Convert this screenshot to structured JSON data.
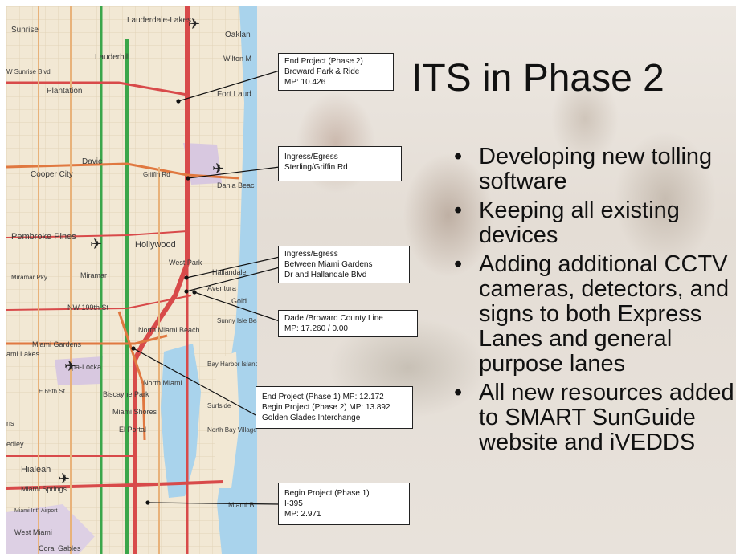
{
  "slide": {
    "title": "ITS in Phase 2",
    "bullets": [
      "Developing new tolling software",
      "Keeping all existing devices",
      "Adding additional CCTV cameras, detectors, and signs to both Express Lanes and general purpose lanes",
      "All new resources added to SMART SunGuide website and iVEDDS"
    ]
  },
  "callouts": [
    {
      "lines": [
        "End Project (Phase 2)",
        "Broward Park & Ride",
        "MP: 10.426"
      ]
    },
    {
      "lines": [
        "Ingress/Egress",
        "Sterling/Griffin Rd"
      ]
    },
    {
      "lines": [
        "Ingress/Egress",
        "Between Miami Gardens",
        "Dr and Hallandale Blvd"
      ]
    },
    {
      "lines": [
        "Dade /Broward County Line",
        "MP: 17.260 / 0.00"
      ]
    },
    {
      "lines": [
        "End Project (Phase 1) MP: 12.172",
        "Begin Project (Phase 2) MP: 13.892",
        "Golden Glades Interchange"
      ]
    },
    {
      "lines": [
        "Begin Project (Phase 1)",
        "I-395",
        "MP: 2.971"
      ]
    }
  ],
  "map_labels": {
    "sunrise": "Sunrise",
    "lauderdale_lakes": "Lauderdale-Lakes",
    "oakland": "Oaklan",
    "lauderhill": "Lauderhill",
    "wilton": "Wilton M",
    "sunrise_blvd": "W Sunrise Blvd",
    "plantation": "Plantation",
    "fort_laud": "Fort Laud",
    "davie": "Davie",
    "cooper_city": "Cooper City",
    "griffin_rd": "Griffin Rd",
    "dania": "Dania Beac",
    "pembroke_pines": "Pembroke Pines",
    "hollywood": "Hollywood",
    "west_park": "West Park",
    "hallandale": "Hallandale",
    "miramar": "Miramar",
    "miramar_pky": "Miramar Pky",
    "aventura": "Aventura",
    "golden": "Gold",
    "nw199": "NW 199th St",
    "sunny_isles": "Sunny Isle Beach",
    "north_miami_beach": "North Miami Beach",
    "miami_gardens": "Miami Gardens",
    "miami_lakes": "ami Lakes",
    "opa_locka": "Opa-Locka",
    "north_miami": "North Miami",
    "bay_harbor": "Bay Harbor Islands",
    "e65": "E 65th St",
    "biscayne_park": "Biscayne Park",
    "surfside": "Surfside",
    "miami_shores": "Miami Shores",
    "el_portal": "El Portal",
    "north_bay": "North Bay Village",
    "hialeah": "Hialeah",
    "miami_springs": "Miami Springs",
    "miami_intl": "Miami Int'l Airport",
    "miami_b": "Miami B",
    "west_miami": "West Miami",
    "coral_gables": "Coral Gables",
    "edley": "edley",
    "ns": "ns"
  },
  "colors": {
    "water": "#a9d3ec",
    "land": "#f3e9d6",
    "highway": "#d84a4a",
    "turnpike": "#3aa64a",
    "urban": "#d8c8e0"
  }
}
